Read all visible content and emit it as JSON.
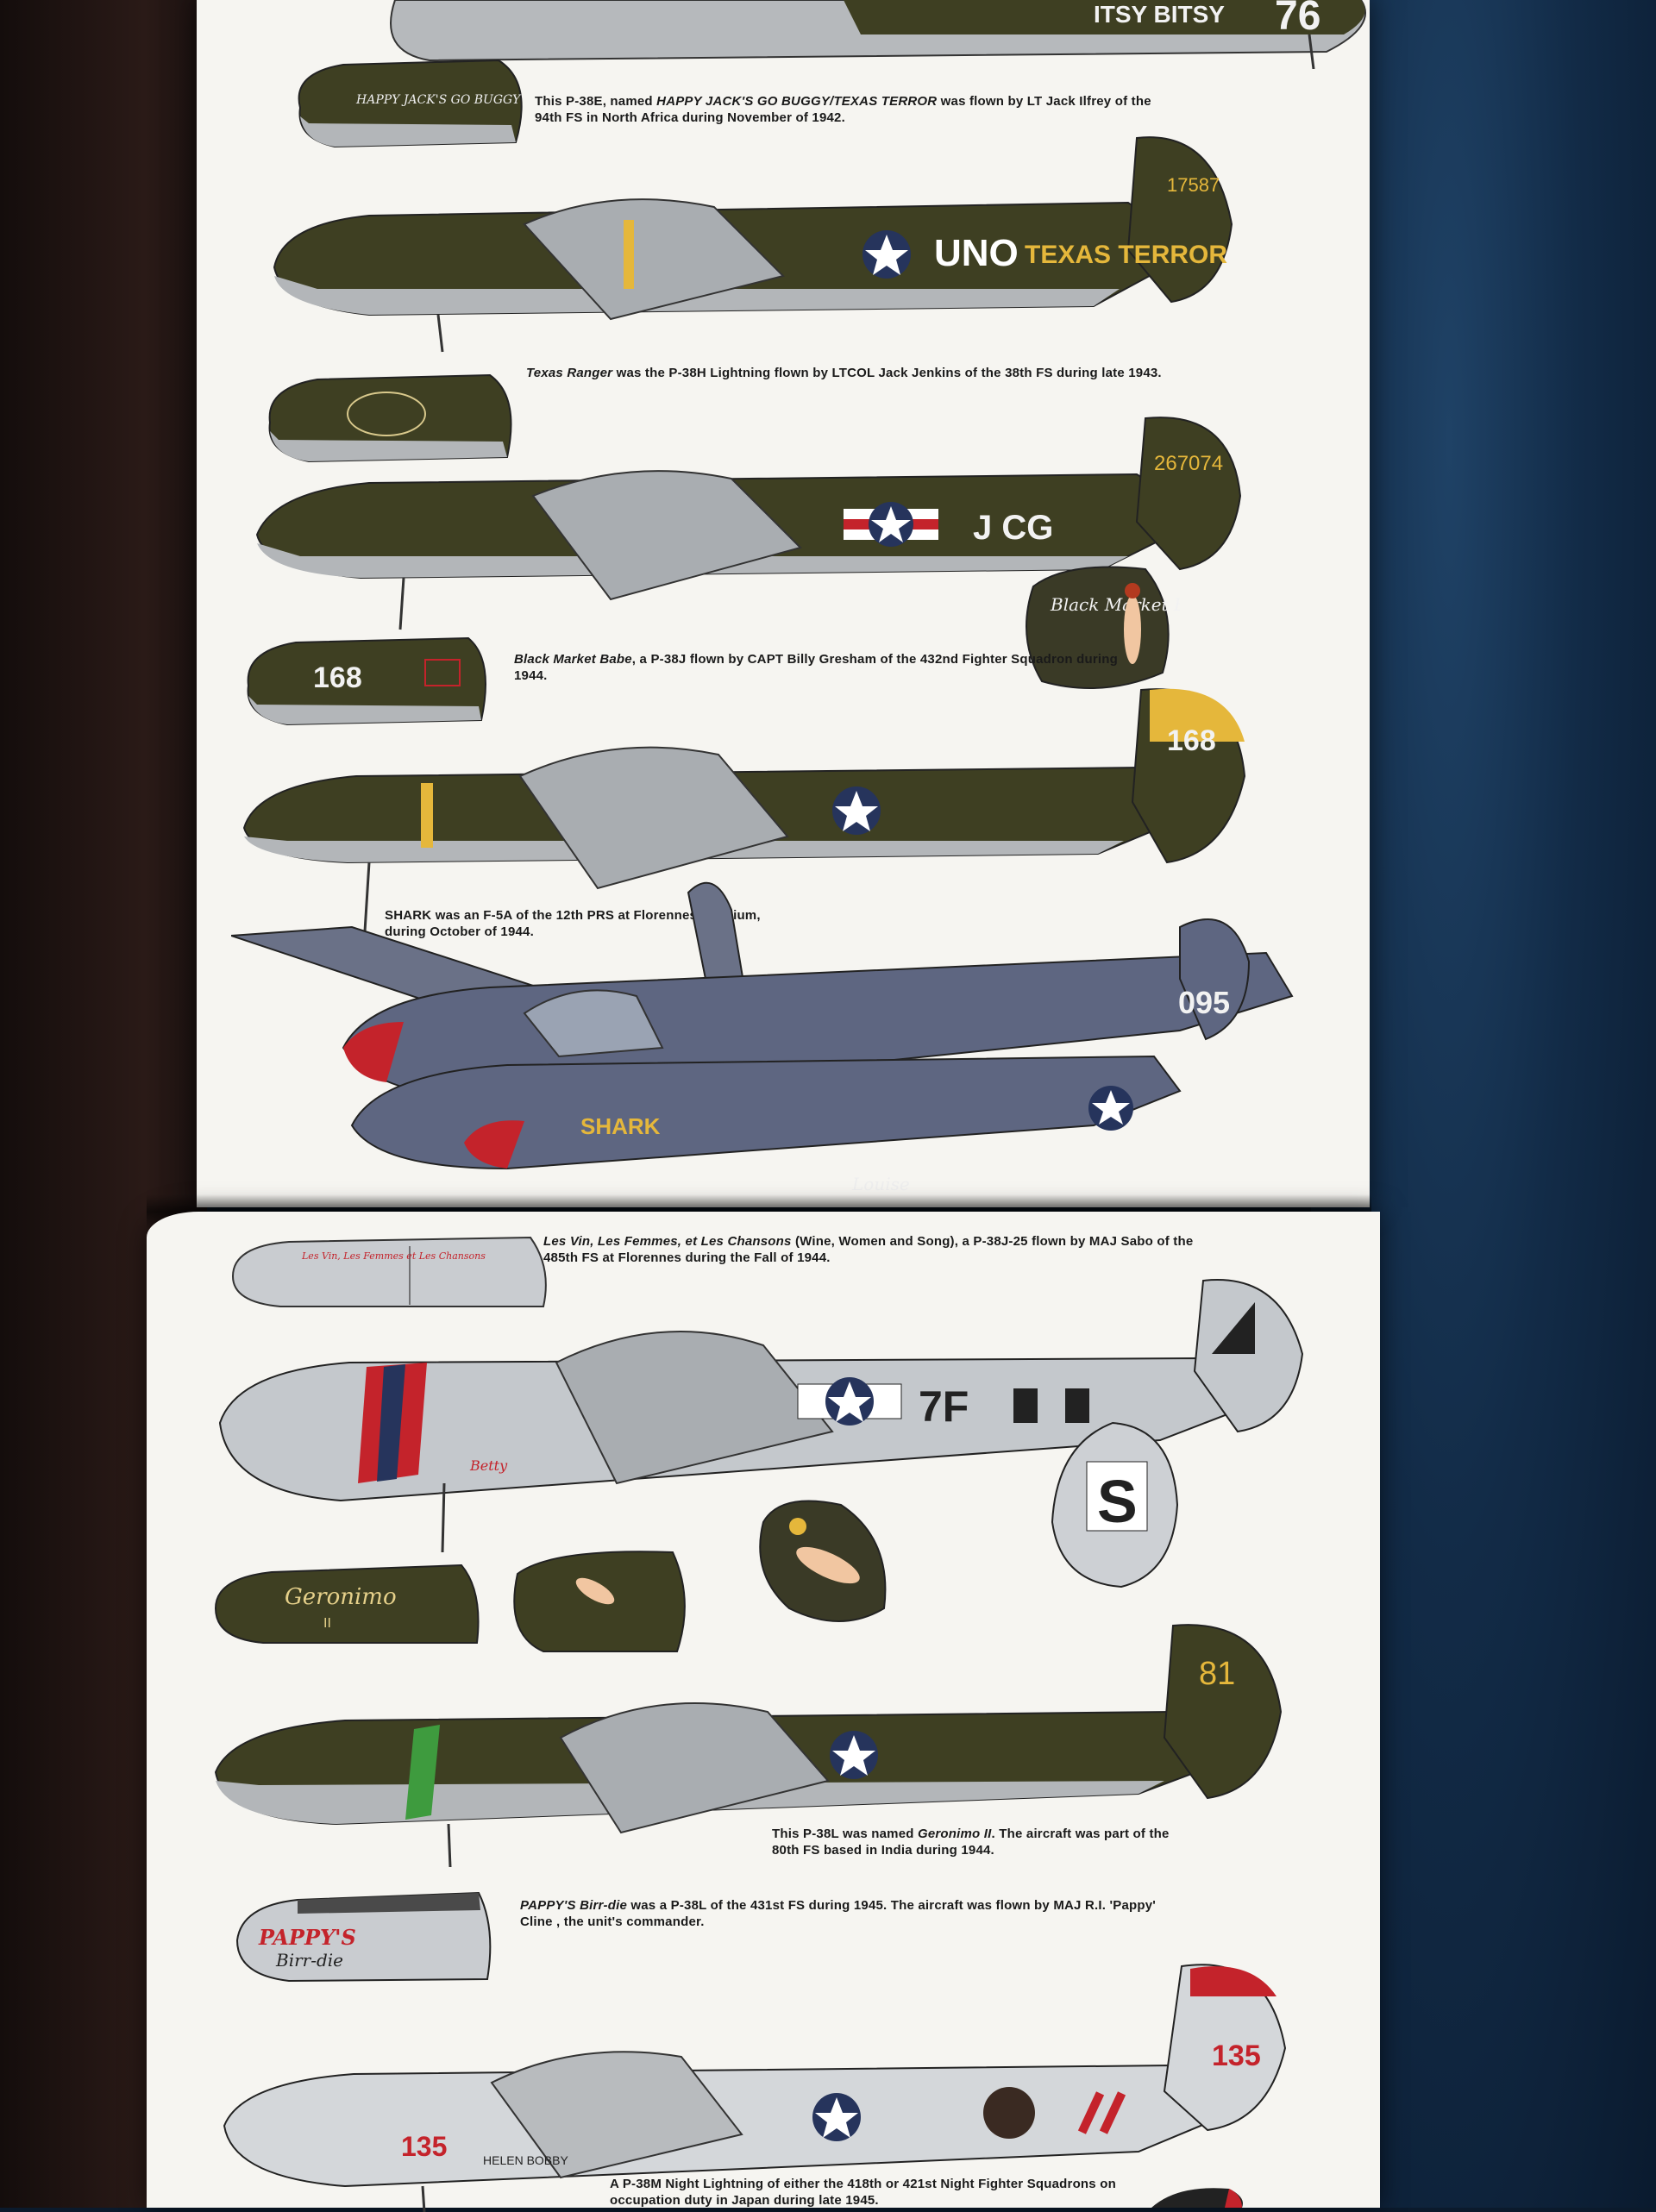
{
  "captions": {
    "happy_jack": {
      "lead": "This P-38E, named ",
      "name": "HAPPY JACK'S GO BUGGY/TEXAS TERROR",
      "rest": " was flown by LT Jack Ilfrey of the 94th FS in North Africa during November of 1942."
    },
    "texas_ranger": {
      "name": "Texas Ranger",
      "rest": " was the P-38H Lightning flown by LTCOL Jack Jenkins of the 38th FS during late 1943."
    },
    "black_market_babe": {
      "name": "Black Market Babe",
      "rest": ", a P-38J flown by CAPT Billy Gresham of the 432nd Fighter Squadron during 1944."
    },
    "shark": {
      "text": "SHARK was an F-5A of the 12th PRS at Florennes, Belgium, during October of 1944."
    },
    "les_vin": {
      "name": "Les Vin, Les Femmes, et Les Chansons",
      "rest": " (Wine, Women and Song), a P-38J-25 flown by MAJ Sabo of the 485th FS at Florennes during the Fall of 1944."
    },
    "geronimo": {
      "lead": "This P-38L was named ",
      "name": "Geronimo II",
      "rest": ". The aircraft was part of the 80th FS based in India during 1944."
    },
    "pappy": {
      "name": "PAPPY'S Birr-die",
      "rest": " was a P-38L of the 431st FS during 1945. The aircraft was flown by MAJ R.I. 'Pappy' Cline , the unit's commander."
    },
    "night_lightning": {
      "text": "A P-38M Night Lightning of either the 418th or 421st Night Fighter Squadrons on occupation duty in Japan during late 1945."
    }
  },
  "markings": {
    "itsy_bitsy": "ITSY BITSY",
    "itsy_num": "76",
    "happy_jacks_nose": "HAPPY JACK'S GO BUGGY",
    "happy_jack_tail": "17587",
    "uno": "UNO",
    "texas_terror": "TEXAS TERROR",
    "texas_ranger_tail": "267074",
    "jcg": "J  CG",
    "black_market_babe_art": "Black Market Babe",
    "bmb_nose_num": "168",
    "bmb_tail_num": "168",
    "shark_tail": "095",
    "shark_nose": "SHARK",
    "louise": "Louise",
    "les_vin_code": "7F",
    "betty": "Betty",
    "s_tail": "S",
    "geronimo_art": "Geronimo",
    "geronimo_num": "II",
    "geronimo_tail": "81",
    "pappys": "PAPPY'S",
    "birrdie": "Birr-die",
    "pappy_num": "135",
    "helen_bobby": "HELEN BOBBY"
  },
  "colors": {
    "olive_drab": "#3e3f22",
    "neutral_gray": "#a9adb1",
    "insignia_blue": "#26345c",
    "insignia_white": "#ffffff",
    "nose_red": "#c4232b",
    "yellow": "#e5b73b"
  }
}
